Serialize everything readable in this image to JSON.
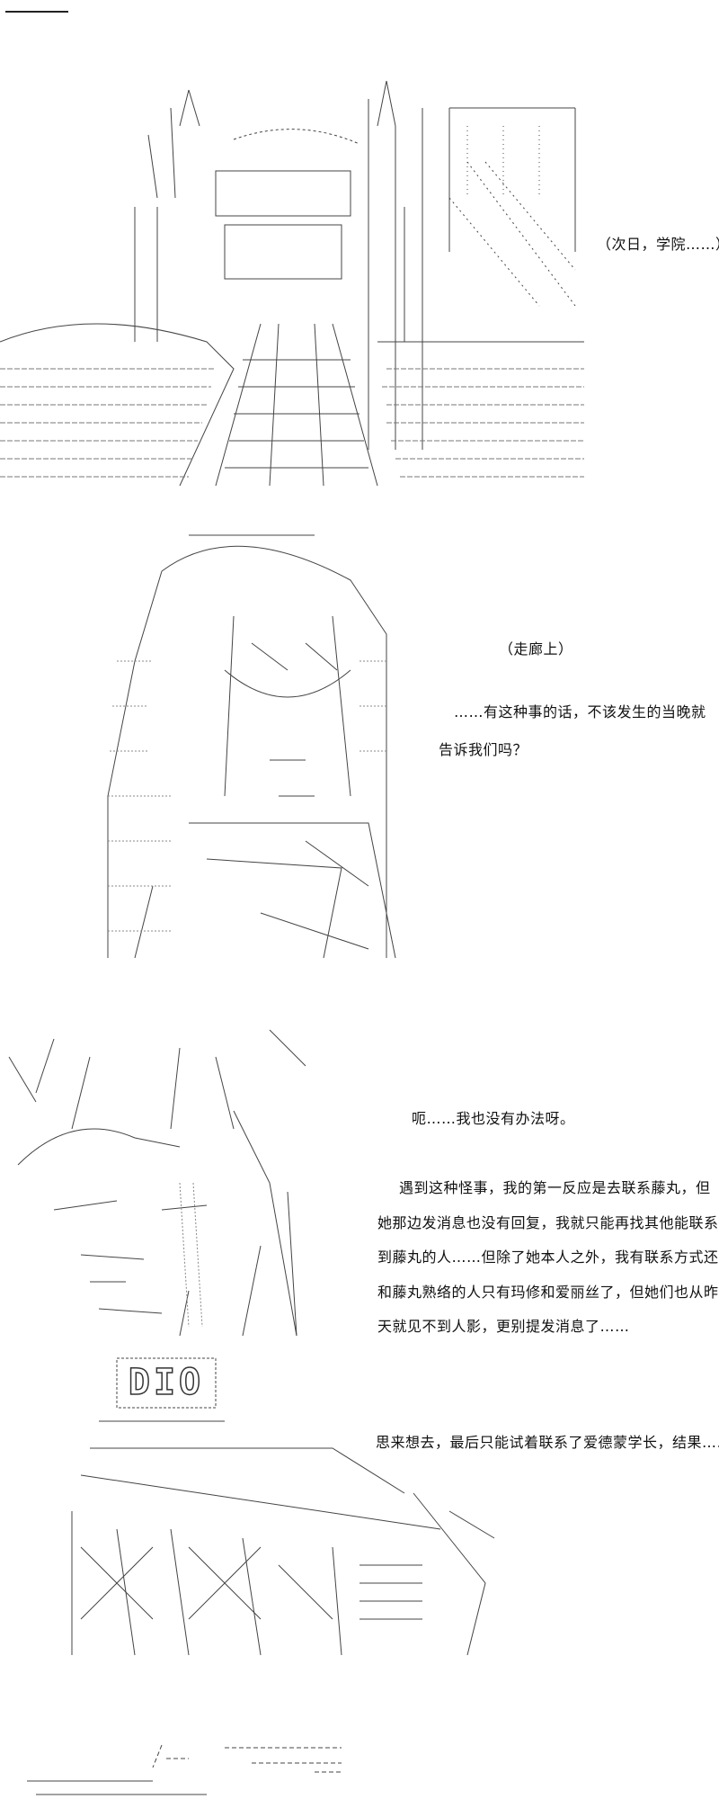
{
  "panels": [
    {
      "caption": "（次日，学院……）"
    },
    {
      "caption": "（走廊上）",
      "lines": [
        "……有这种事的话，不该发生的当晚就",
        "告诉我们吗？"
      ]
    },
    {
      "lines": [
        "呃……我也没有办法呀。"
      ],
      "paragraph": [
        "遇到这种怪事，我的第一反应是去联系藤丸，但",
        "她那边发消息也没有回复，我就只能再找其他能联系",
        "到藤丸的人……但除了她本人之外，我有联系方式还",
        "和藤丸熟络的人只有玛修和爱丽丝了，但她们也从昨",
        "天就见不到人影，更别提发消息了……"
      ]
    },
    {
      "lines": [
        "思来想去，最后只能试着联系了爱德蒙学长，结果……"
      ],
      "art_lettering": "DIO"
    }
  ]
}
